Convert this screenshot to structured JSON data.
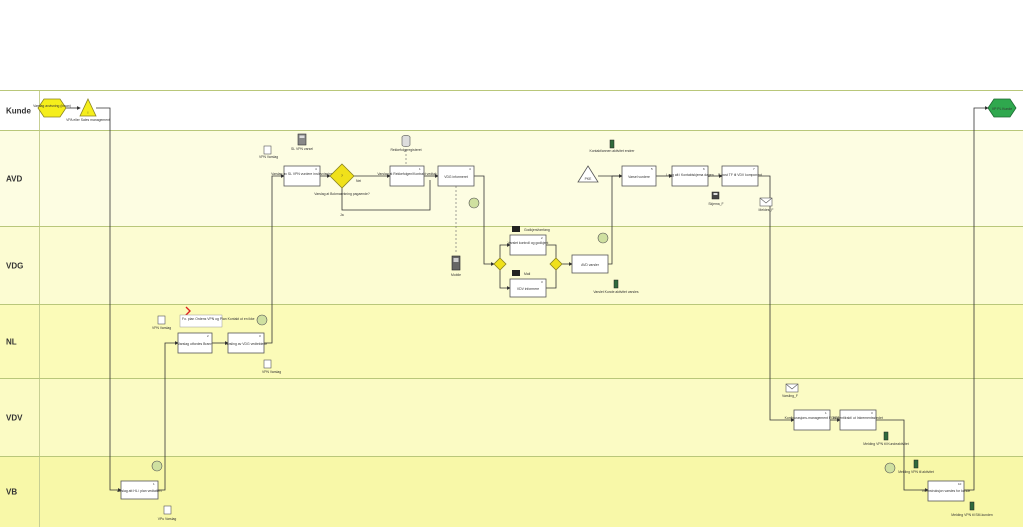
{
  "lanes": [
    {
      "label": "Kunde"
    },
    {
      "label": "AVD"
    },
    {
      "label": "VDG"
    },
    {
      "label": "NL"
    },
    {
      "label": "VDV"
    },
    {
      "label": "VB"
    }
  ],
  "colors": {
    "lane_kunde": "#ffffff",
    "lane_avd": "#fdfde2",
    "lane_vdg": "#fcfcd2",
    "lane_nl": "#fbfbb8",
    "lane_vdv": "#fbfbc4",
    "lane_vb": "#f8f8a8",
    "event_start": "#f5ee1b",
    "event_end": "#2fa84e",
    "gateway": "#f0e11a"
  },
  "events": {
    "start_label": "Varslag avvisning (innan)",
    "end_label": "VP PL Kunde"
  },
  "nodes": {
    "k_info": "VPA eller Sales management",
    "vb_varsling": "Varslag att HL i plan vedtatten",
    "vb_doc": "VPu Varslag",
    "nl_varslag": "Varslag utfordes Brann",
    "nl_doc": "VPN Varslag",
    "nl_note": "Fo. plan Ordens VPN og Plan Kontakt ut en ikke",
    "nl_varsle": "Varsling av VDG vedtektene",
    "nl_doc2": "VPN Varslag",
    "avd_doc": "VPN Varslag",
    "avd_sl": "SL VPN varsel",
    "avd_vurdering": "Varslag av SL VPN vurdere inn/avvisning",
    "gw_question": "Varslag at Bokmaerkning pagaende?",
    "gw_nei": "Nei",
    "gw_ja": "Ja",
    "avd_rekk": "Varslag at Rekkefolgen/Kontrakt vedtak",
    "db_label": "Rekkefolgeregisteret",
    "avd_vdg": "VDG informeret",
    "vdg_sw": "Godkjent/omfang",
    "vdg_kontroll": "Varslet kontroll og godkjent",
    "vdg_mail": "Mail",
    "vdg_vdv": "VDV informere",
    "vdg_avd": "AVD varsler",
    "vdg_mobil": "Mobile",
    "vdg_phone": "Varslet Kunde aktivitet varsles",
    "avd_phone": "Kontakt/annen aktivitet endrer",
    "pa_label": "PKE",
    "avd_varsel": "Varsel vurdere",
    "avd_logg": "Logg alt i Kontaktskjema dagen",
    "avd_save": "Skjema_F",
    "avd_epost": "E-post TF til VDV komponent",
    "avd_mail": "Meldes_F",
    "vdv_mail": "Varsling_F",
    "vdv_conf": "Konfigurasjons-management FI3405",
    "vdv_ins": "Kh Ientilrakt/ ut Inkrementsstedet",
    "vdv_phone": "Melding VPN til Kundeaktivitet",
    "vb_phone1": "Melding VPN til aktivitet",
    "vb_final": "VP-instruksjon varsles for kunde",
    "vb_phone2": "Melding VPN til SM-kunden"
  }
}
